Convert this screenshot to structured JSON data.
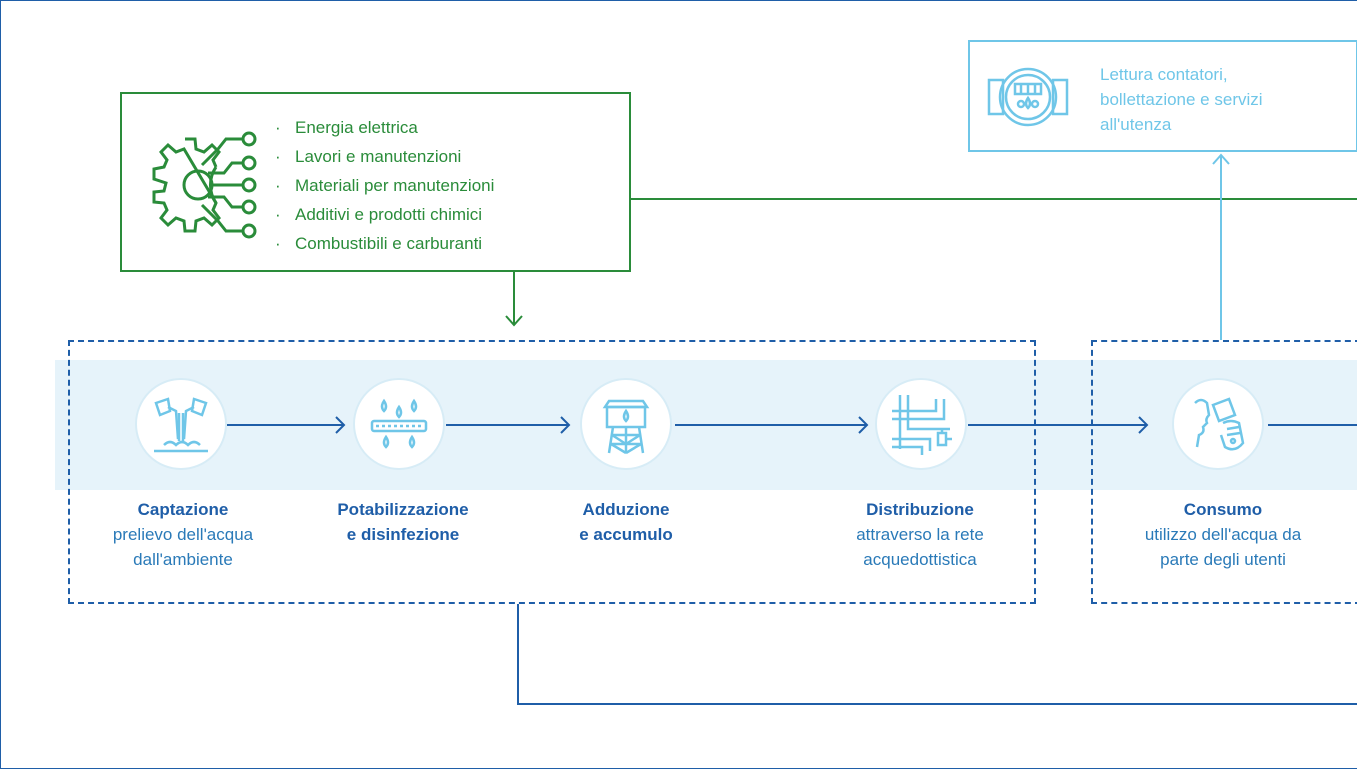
{
  "supply": {
    "items": [
      "Energia elettrica",
      "Lavori e manutenzioni",
      "Materiali per manutenzioni",
      "Additivi e prodotti chimici",
      "Combustibili e carburanti"
    ],
    "icon": "gear-circuit-icon"
  },
  "meter": {
    "line1": "Lettura contatori,",
    "line2": "bollettazione e servizi",
    "line3": "all'utenza",
    "icon": "water-meter-icon"
  },
  "steps": [
    {
      "title": "Captazione",
      "desc1": "prelievo dell'acqua",
      "desc2": "dall'ambiente",
      "icon": "water-source-icon"
    },
    {
      "title": "Potabilizzazione",
      "title2": "e disinfezione",
      "icon": "water-treatment-icon"
    },
    {
      "title": "Adduzione",
      "title2": "e accumulo",
      "icon": "water-tower-icon"
    },
    {
      "title": "Distribuzione",
      "desc1": "attraverso la rete",
      "desc2": "acquedottistica",
      "icon": "pipes-icon"
    },
    {
      "title": "Consumo",
      "desc1": "utilizzo dell'acqua da",
      "desc2": "parte degli utenti",
      "icon": "drinking-icon"
    }
  ],
  "colors": {
    "green": "#2a8c3a",
    "blue": "#1f5ea8",
    "light_blue": "#6fc6e8",
    "band": "#e6f3fa"
  }
}
